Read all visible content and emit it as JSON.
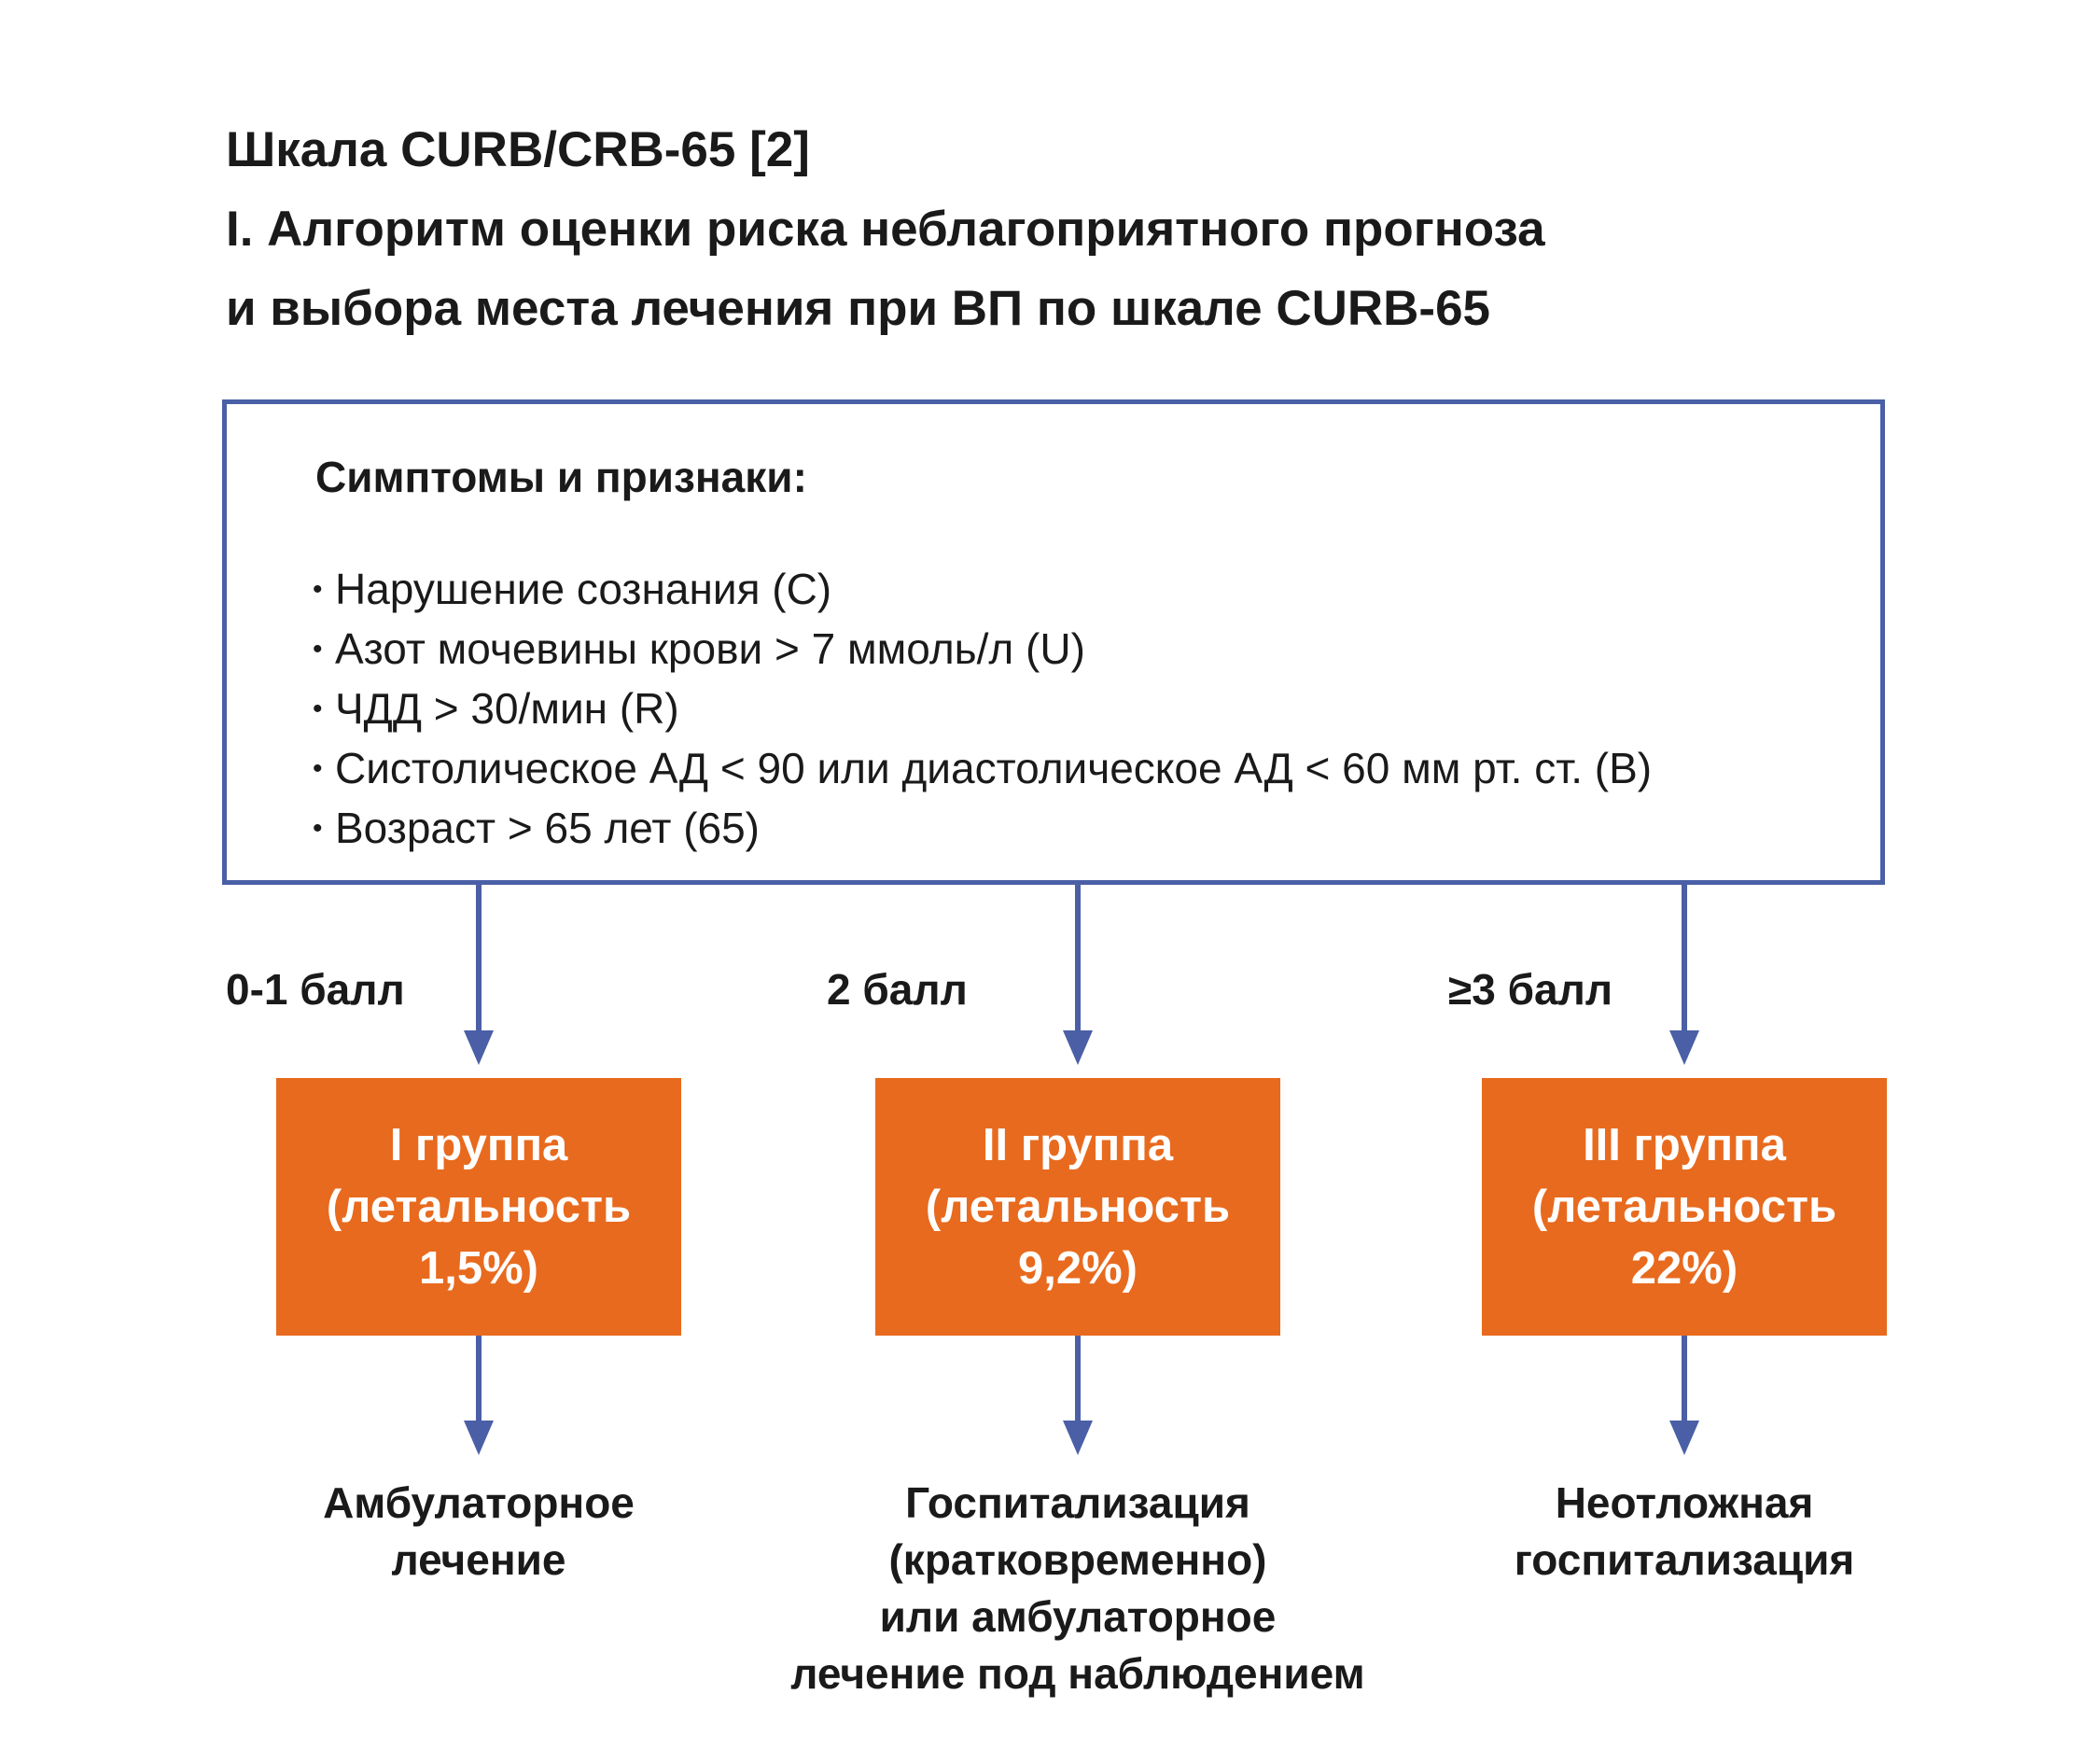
{
  "title": {
    "line1": "Шкала CURB/CRB-65 [2]",
    "line2": "I. Алгоритм оценки риска неблагоприятного прогноза",
    "line3": "и выбора места лечения при ВП по шкале CURB-65"
  },
  "symptoms": {
    "heading": "Симптомы и признаки:",
    "items": [
      "Нарушение сознания (С)",
      "Азот мочевины крови > 7 ммоль/л (U)",
      "ЧДД > 30/мин (R)",
      "Систолическое АД < 90 или диастолическое АД < 60 мм рт. ст. (B)",
      "Возраст > 65 лет (65)"
    ]
  },
  "branches": [
    {
      "score": "0-1 балл",
      "group_lines": [
        "I группа",
        "(летальность",
        "1,5%)"
      ],
      "outcome_lines": [
        "Амбулаторное",
        "лечение"
      ]
    },
    {
      "score": "2 балл",
      "group_lines": [
        "II группа",
        "(летальность",
        "9,2%)"
      ],
      "outcome_lines": [
        "Госпитализация",
        "(кратковременно)",
        "или амбулаторное",
        "лечение под наблюдением"
      ]
    },
    {
      "score": "≥3 балл",
      "group_lines": [
        "III группа",
        "(летальность",
        "22%)"
      ],
      "outcome_lines": [
        "Неотложная",
        "госпитализация"
      ]
    }
  ],
  "colors": {
    "box_border": "#4a5fa6",
    "arrow": "#4a5fa6",
    "group_fill": "#e86a1e",
    "group_text": "#ffffff",
    "text": "#1a1a1a"
  }
}
